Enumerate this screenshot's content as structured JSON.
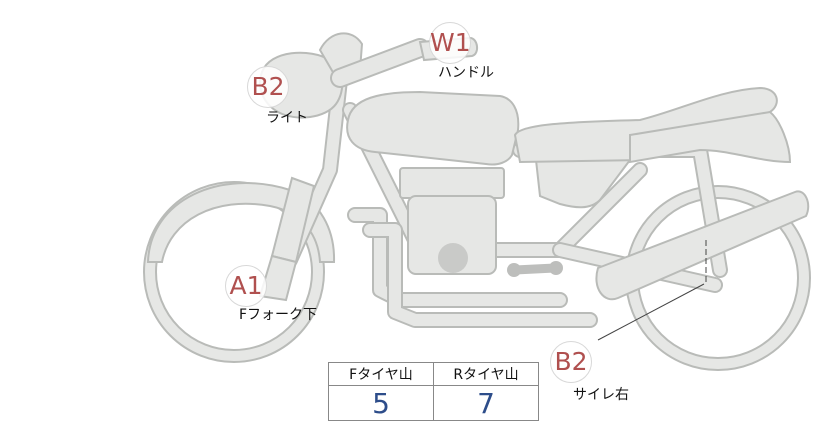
{
  "markers": [
    {
      "grade": "W1",
      "label": "ハンドル"
    },
    {
      "grade": "B2",
      "label": "ライト"
    },
    {
      "grade": "A1",
      "label": "Fフォーク下"
    },
    {
      "grade": "B2",
      "label": "サイレ右"
    }
  ],
  "tire_table": {
    "headers": [
      "Fタイヤ山",
      "Rタイヤ山"
    ],
    "values": [
      "5",
      "7"
    ]
  },
  "colors": {
    "grade_text": "#b0504f",
    "value_text": "#2d4d8a",
    "bike_fill": "#e6e7e5",
    "bike_stroke": "#b9bbb8"
  }
}
